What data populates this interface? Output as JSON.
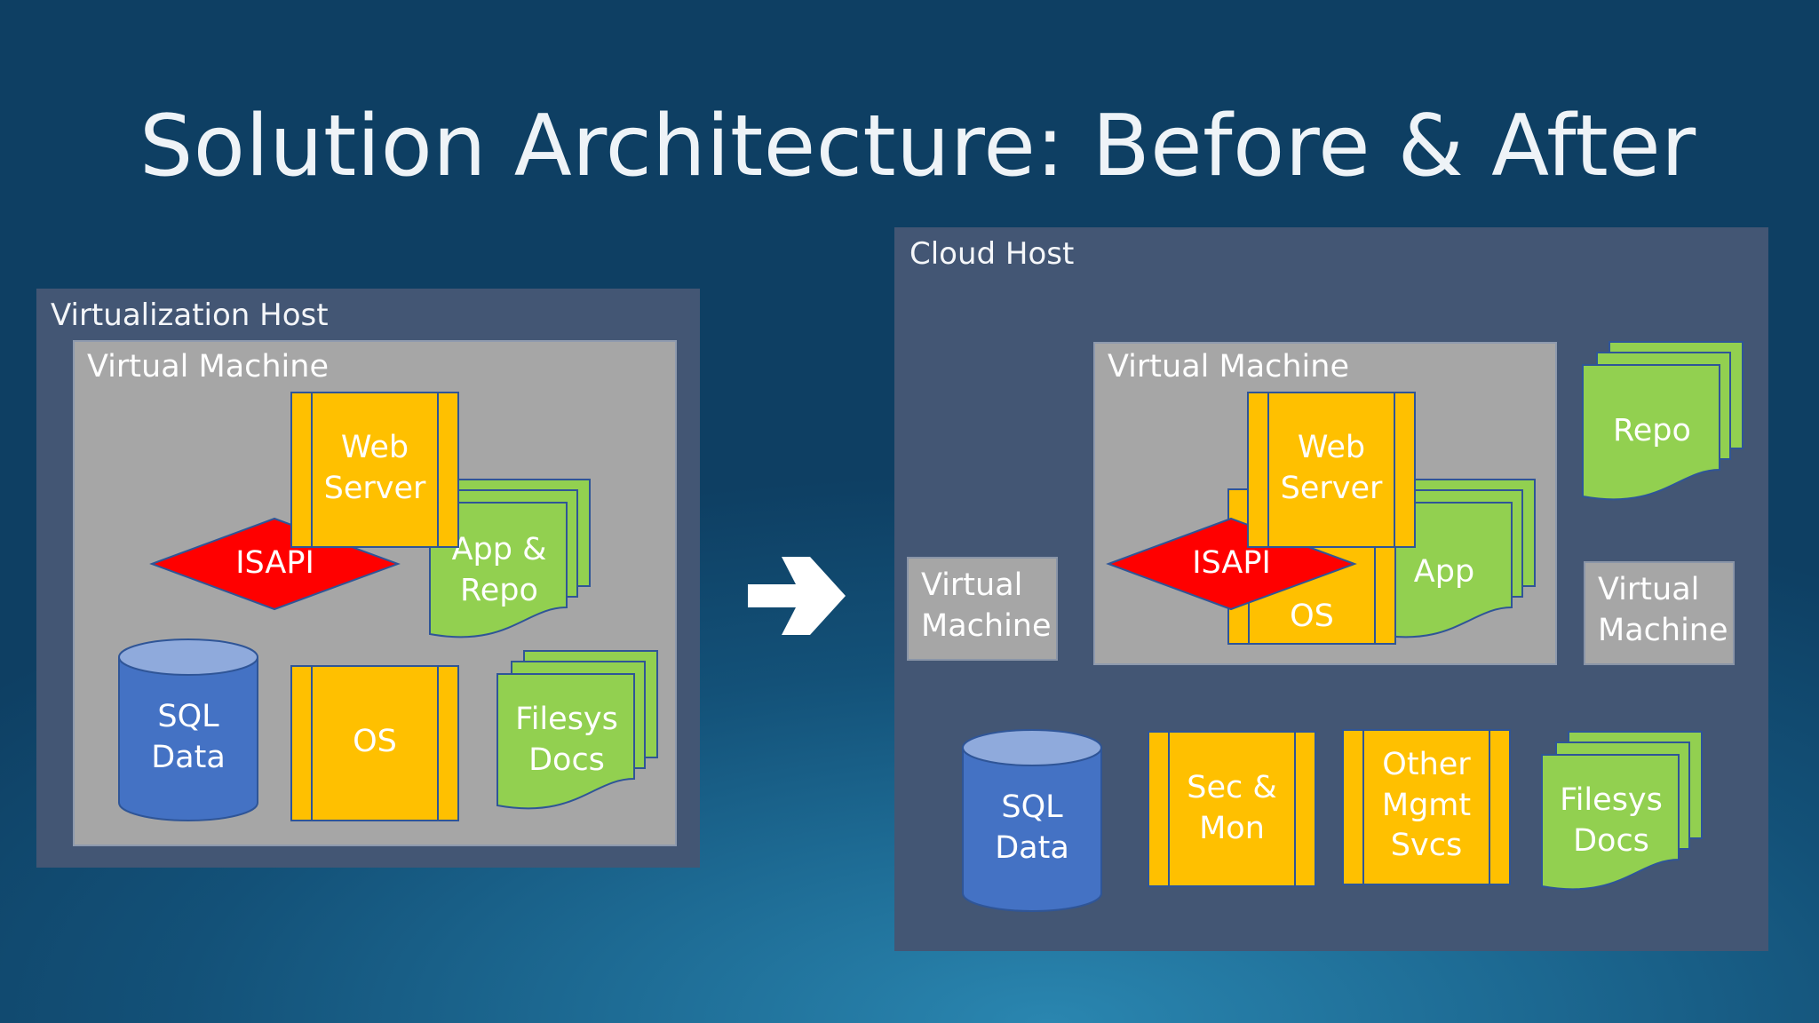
{
  "title": "Solution Architecture: Before & After",
  "before": {
    "host_label": "Virtualization Host",
    "vm_label": "Virtual Machine",
    "web_server": [
      "Web",
      "Server"
    ],
    "isapi": "ISAPI",
    "app_repo": [
      "App &",
      "Repo"
    ],
    "sql_data": [
      "SQL",
      "Data"
    ],
    "os": "OS",
    "filesys_docs": [
      "Filesys",
      "Docs"
    ]
  },
  "after": {
    "host_label": "Cloud Host",
    "vm_label": "Virtual Machine",
    "web_server": [
      "Web",
      "Server"
    ],
    "isapi": "ISAPI",
    "os": "OS",
    "app": "App",
    "repo": "Repo",
    "vm_left": [
      "Virtual",
      "Machine"
    ],
    "vm_right": [
      "Virtual",
      "Machine"
    ],
    "sql_data": [
      "SQL",
      "Data"
    ],
    "sec_mon": [
      "Sec &",
      "Mon"
    ],
    "other_mgmt": [
      "Other",
      "Mgmt",
      "Svcs"
    ],
    "filesys_docs": [
      "Filesys",
      "Docs"
    ]
  },
  "colors": {
    "host": "#435674",
    "vm": "#a6a6a6",
    "yellow": "#ffc000",
    "green": "#92d050",
    "blue": "#4472c4",
    "red": "#ff0000"
  }
}
